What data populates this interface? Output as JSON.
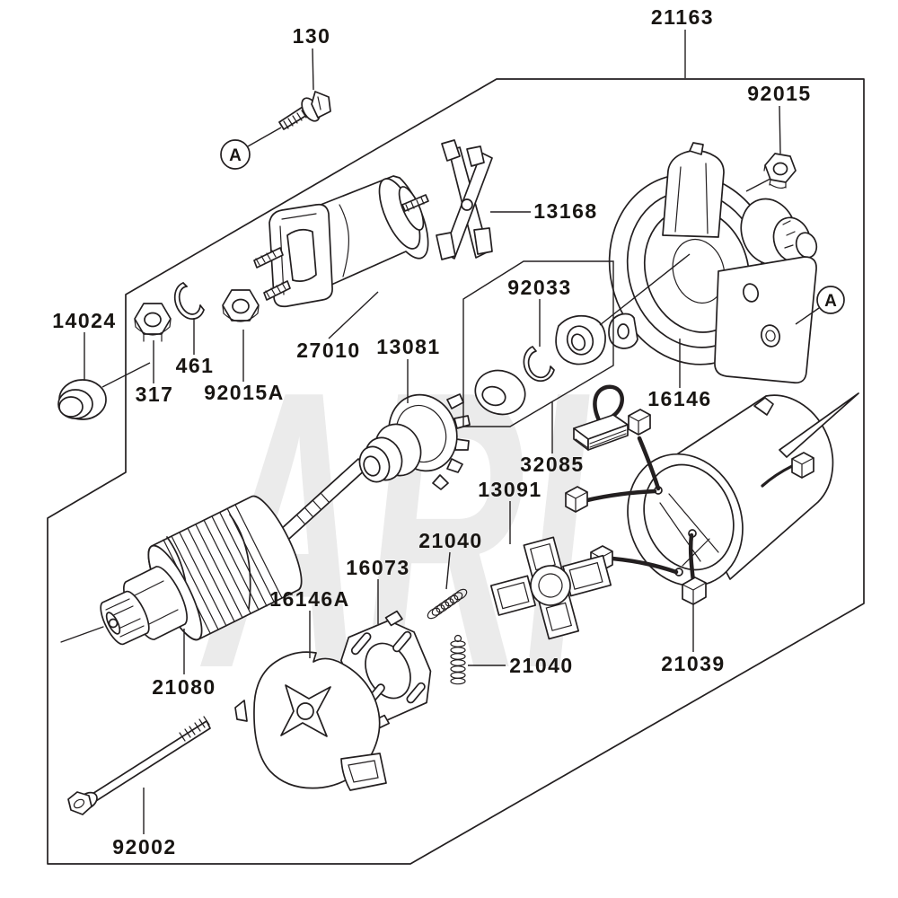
{
  "diagram": {
    "watermark": "ARI",
    "detail_marker": "A",
    "background_color": "#ffffff",
    "line_color": "#231f20",
    "watermark_color": "#ebebeb"
  },
  "callouts": {
    "c130": "130",
    "c21163": "21163",
    "c92015": "92015",
    "c13168": "13168",
    "c27010": "27010",
    "c13081": "13081",
    "c92033": "92033",
    "c14024": "14024",
    "c461": "461",
    "c317": "317",
    "c92015A": "92015A",
    "c16146": "16146",
    "c32085": "32085",
    "c13091": "13091",
    "c21040_upper": "21040",
    "c16073": "16073",
    "c16146A": "16146A",
    "c21080": "21080",
    "c21040_lower": "21040",
    "c21039": "21039",
    "c92002": "92002"
  }
}
